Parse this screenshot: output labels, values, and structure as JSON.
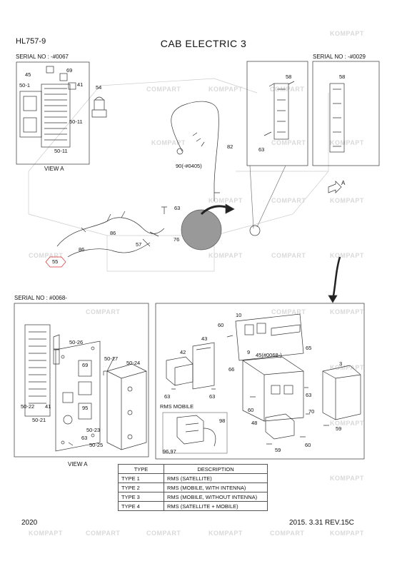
{
  "header": {
    "model": "HL757-9",
    "title": "CAB ELECTRIC 3"
  },
  "serials": {
    "s0067": "SERIAL NO : -#0067",
    "s0029": "SERIAL NO : -#0029",
    "s0068": "SERIAL NO : #0068-"
  },
  "views": {
    "view_a_top": "VIEW A",
    "view_a_bottom": "VIEW A",
    "arrow_a": "A"
  },
  "labels": {
    "l45": "45",
    "l69": "69",
    "l501": "50-1",
    "l41a": "41",
    "l5011a": "50-11",
    "l5011b": "50-11",
    "l54": "54",
    "l82": "82",
    "l90": "90(-#0405)",
    "l58a": "58",
    "l58b": "58",
    "l63a": "63",
    "l63b": "63",
    "l86a": "86",
    "l86b": "86",
    "l57": "57",
    "l76": "76",
    "l55": "55",
    "l5026": "50-26",
    "l5027": "50-27",
    "l5024": "50-24",
    "l69b": "69",
    "l95": "95",
    "l5022": "50-22",
    "l41b": "41",
    "l5021": "50-21",
    "l5023": "50-23",
    "l63c": "63",
    "l5025": "50-25",
    "l10": "10",
    "l60a": "60",
    "l43": "43",
    "l42": "42",
    "l9": "9",
    "l45b": "45(#0068-)",
    "l65": "65",
    "l66": "66",
    "l63d": "63",
    "l63e": "63",
    "l3": "3",
    "l63f": "63",
    "l60b": "60",
    "l70": "70",
    "l48": "48",
    "l59a": "59",
    "l60c": "60",
    "l59b": "59",
    "rms": "RMS MOBILE",
    "l98": "98",
    "l9697": "96,97"
  },
  "watermark": {
    "text": "KOMPAPT",
    "text2": "COMPART"
  },
  "type_table": {
    "header_type": "TYPE",
    "header_desc": "DESCRIPTION",
    "rows": [
      {
        "type": "TYPE 1",
        "desc": "RMS (SATELLITE)"
      },
      {
        "type": "TYPE 2",
        "desc": "RMS (MOBILE, WITH INTENNA)"
      },
      {
        "type": "TYPE 3",
        "desc": "RMS (MOBILE, WITHOUT INTENNA)"
      },
      {
        "type": "TYPE 4",
        "desc": "RMS (SATELLITE + MOBILE)"
      }
    ]
  },
  "footer": {
    "year": "2020",
    "revision": "2015. 3.31  REV.15C"
  }
}
